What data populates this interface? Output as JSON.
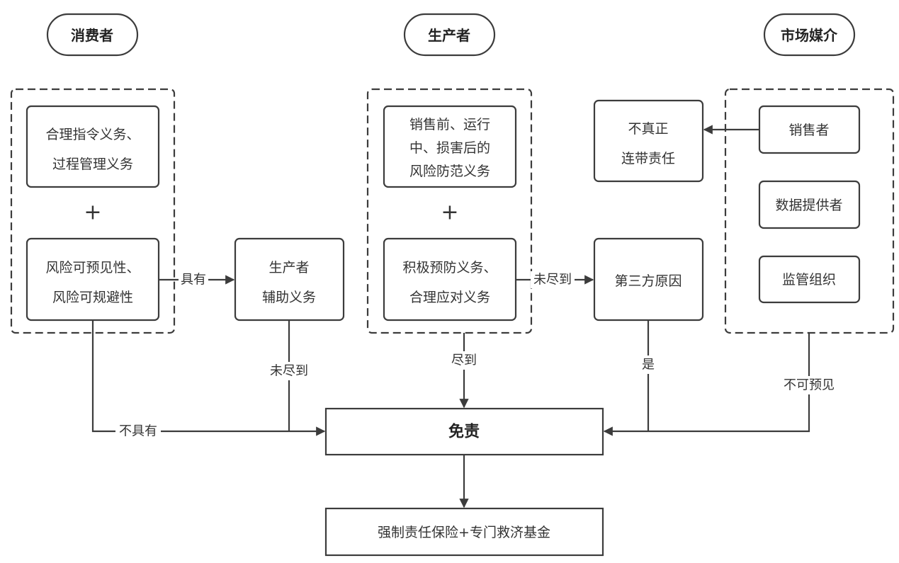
{
  "headers": {
    "consumer": "消费者",
    "producer": "生产者",
    "market": "市场媒介"
  },
  "consumer_group": {
    "box1": [
      "合理指令义务、",
      "过程管理义务"
    ],
    "plus": "+",
    "box2": [
      "风险可预见性、",
      "风险可规避性"
    ]
  },
  "producer_aux": [
    "生产者",
    "辅助义务"
  ],
  "producer_group": {
    "box1": [
      "销售前、运行",
      "中、损害后的",
      "风险防范义务"
    ],
    "plus": "+",
    "box2": [
      "积极预防义务、",
      "合理应对义务"
    ]
  },
  "third_party": "第三方原因",
  "joint_liability": [
    "不真正",
    "连带责任"
  ],
  "market_group": {
    "items": [
      "销售者",
      "数据提供者",
      "监管组织"
    ]
  },
  "exemption": "免责",
  "remedy": "强制责任保险+专门救济基金",
  "edge_labels": {
    "has": "具有",
    "not_fulfilled_1": "未尽到",
    "not_fulfilled_2": "未尽到",
    "fulfilled": "尽到",
    "yes": "是",
    "unforeseeable": "不可预见",
    "not_have": "不具有"
  }
}
